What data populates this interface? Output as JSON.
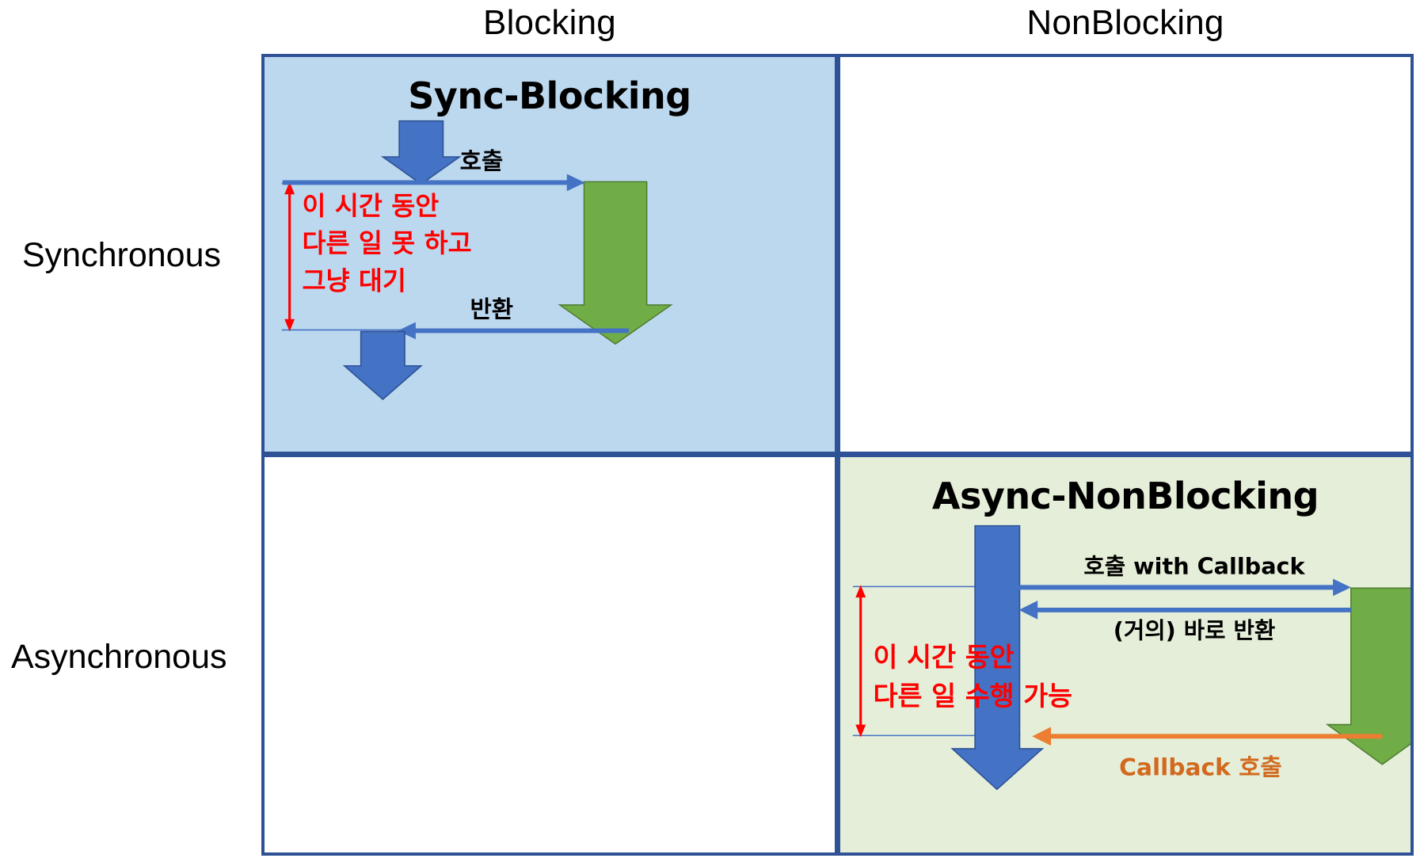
{
  "diagram": {
    "columns": [
      {
        "id": "blocking",
        "label": "Blocking"
      },
      {
        "id": "nonblocking",
        "label": "NonBlocking"
      }
    ],
    "rows": [
      {
        "id": "synchronous",
        "label": "Synchronous"
      },
      {
        "id": "asynchronous",
        "label": "Asynchronous"
      }
    ],
    "colors": {
      "grid_border": "#2e5295",
      "sync_blocking_fill": "#bcd8ef",
      "async_nonblocking_fill": "#e4eed8",
      "empty_fill": "#ffffff",
      "blue_arrow": "#4472c4",
      "blue_arrow_stroke": "#2e5295",
      "green_arrow": "#70ad47",
      "green_arrow_stroke": "#507e32",
      "red_text": "#ff0000",
      "orange": "#ed7d31",
      "callback_text": "#d2691e",
      "thin_line": "#4472c4"
    },
    "quadrants": {
      "sync_blocking": {
        "title": "Sync-Blocking",
        "call_label": "호출",
        "return_label": "반환",
        "note_lines": [
          "이 시간 동안",
          "다른 일 못 하고",
          "그냥 대기"
        ]
      },
      "sync_nonblocking": {
        "title": "",
        "empty": true
      },
      "async_blocking": {
        "title": "",
        "empty": true
      },
      "async_nonblocking": {
        "title": "Async-NonBlocking",
        "call_label": "호출 with Callback",
        "return_label": "(거의) 바로 반환",
        "callback_label": "Callback 호출",
        "note_lines": [
          "이 시간 동안",
          "다른 일 수행 가능"
        ]
      }
    }
  }
}
